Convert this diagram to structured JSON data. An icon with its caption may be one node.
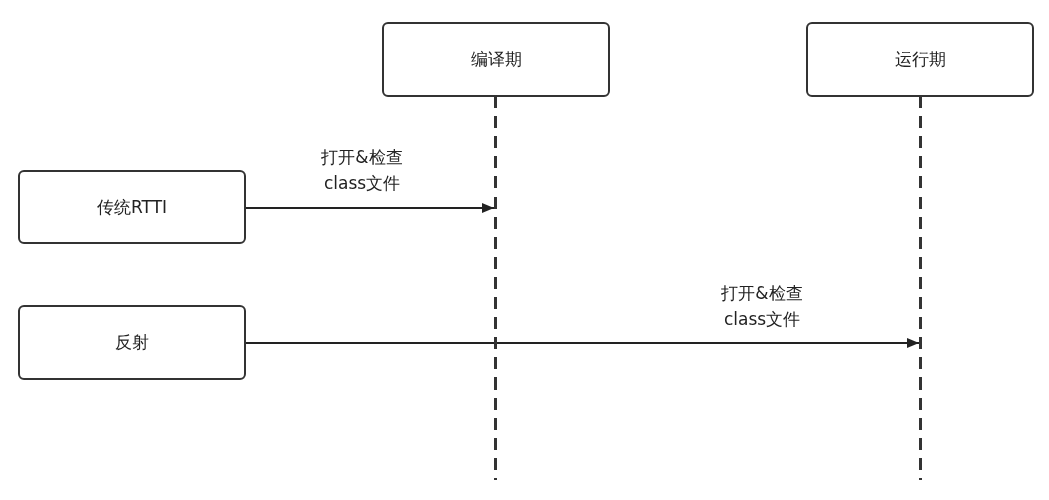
{
  "diagram": {
    "nodes": [
      {
        "text": [
          "编译期"
        ]
      },
      {
        "text": [
          "运行期"
        ]
      },
      {
        "text": [],
        "shape": "line"
      },
      {
        "text": [],
        "shape": "line"
      },
      {
        "text": [
          "传统RTTI"
        ]
      },
      {
        "text": [
          "反射"
        ]
      }
    ],
    "edges": [
      {
        "from": 4,
        "to": 2,
        "arrow": "to",
        "label": "打开&检查 class文件"
      },
      {
        "from": 5,
        "to": 3,
        "arrow": "to",
        "label": "打开&检查 class文件"
      }
    ]
  }
}
